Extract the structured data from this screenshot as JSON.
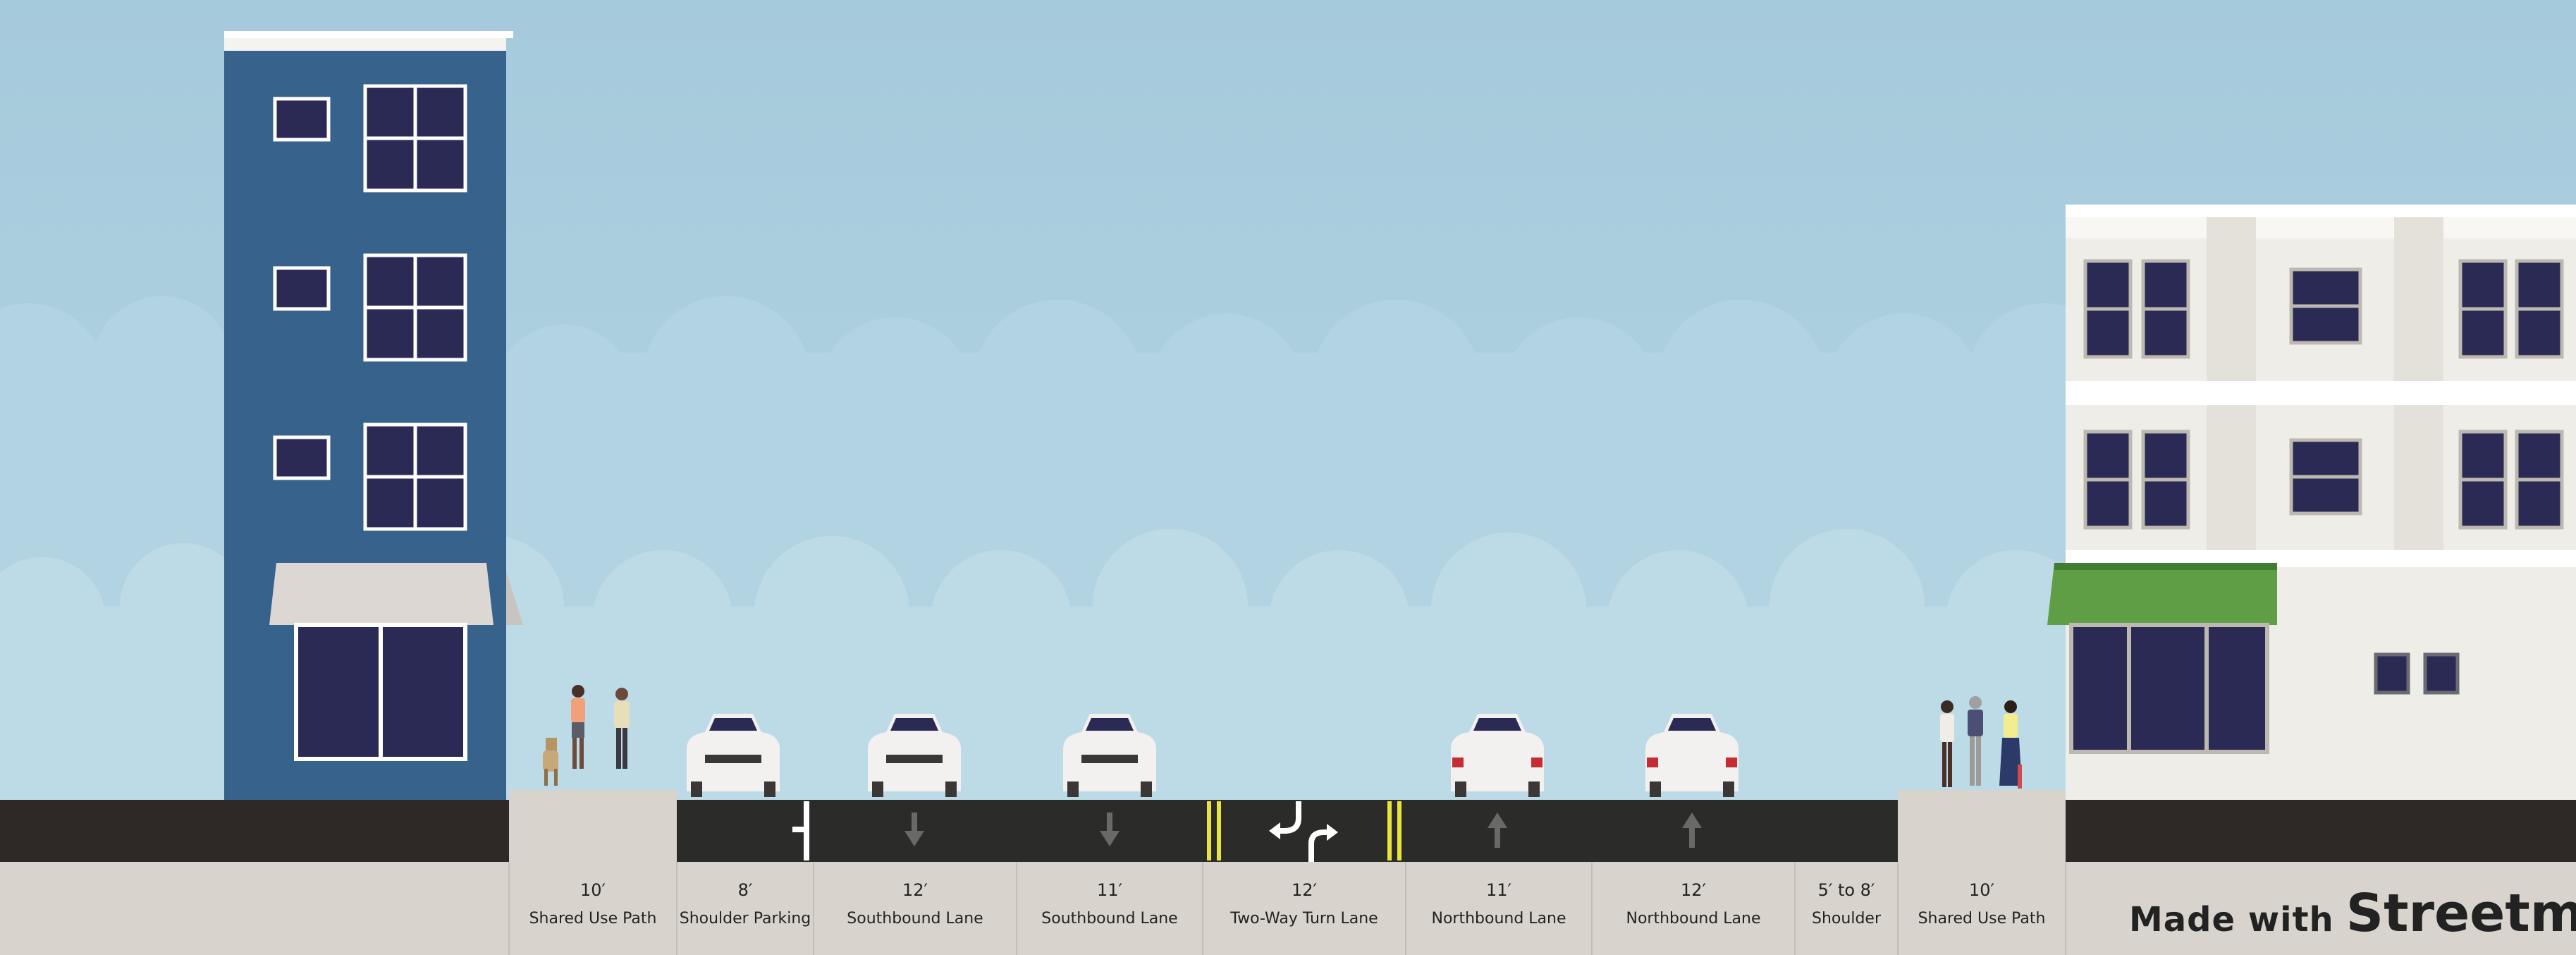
{
  "segments": [
    {
      "width": "10′",
      "name": "Shared Use Path"
    },
    {
      "width": "8′",
      "name": "Shoulder Parking"
    },
    {
      "width": "12′",
      "name": "Southbound Lane"
    },
    {
      "width": "11′",
      "name": "Southbound Lane"
    },
    {
      "width": "12′",
      "name": "Two-Way Turn Lane"
    },
    {
      "width": "11′",
      "name": "Northbound Lane"
    },
    {
      "width": "12′",
      "name": "Northbound Lane"
    },
    {
      "width": "5′ to 8′",
      "name": "Shoulder"
    },
    {
      "width": "10′",
      "name": "Shared Use Path"
    }
  ],
  "credit": {
    "prefix": "Made with",
    "brand": "Streetmix"
  },
  "colors": {
    "sky": "#a6cbdc",
    "asphalt": "#2b2c2a",
    "sidewalk": "#d8d4cd",
    "left_building": "#36628c",
    "right_building": "#efede7",
    "awning_green": "#5f9e45",
    "lane_marking_yellow": "#e9e33b"
  },
  "icons": [
    "arrow-down-icon",
    "arrow-up-icon",
    "turn-left-right-icon",
    "car-icon",
    "pedestrian-icon",
    "dog-icon"
  ]
}
